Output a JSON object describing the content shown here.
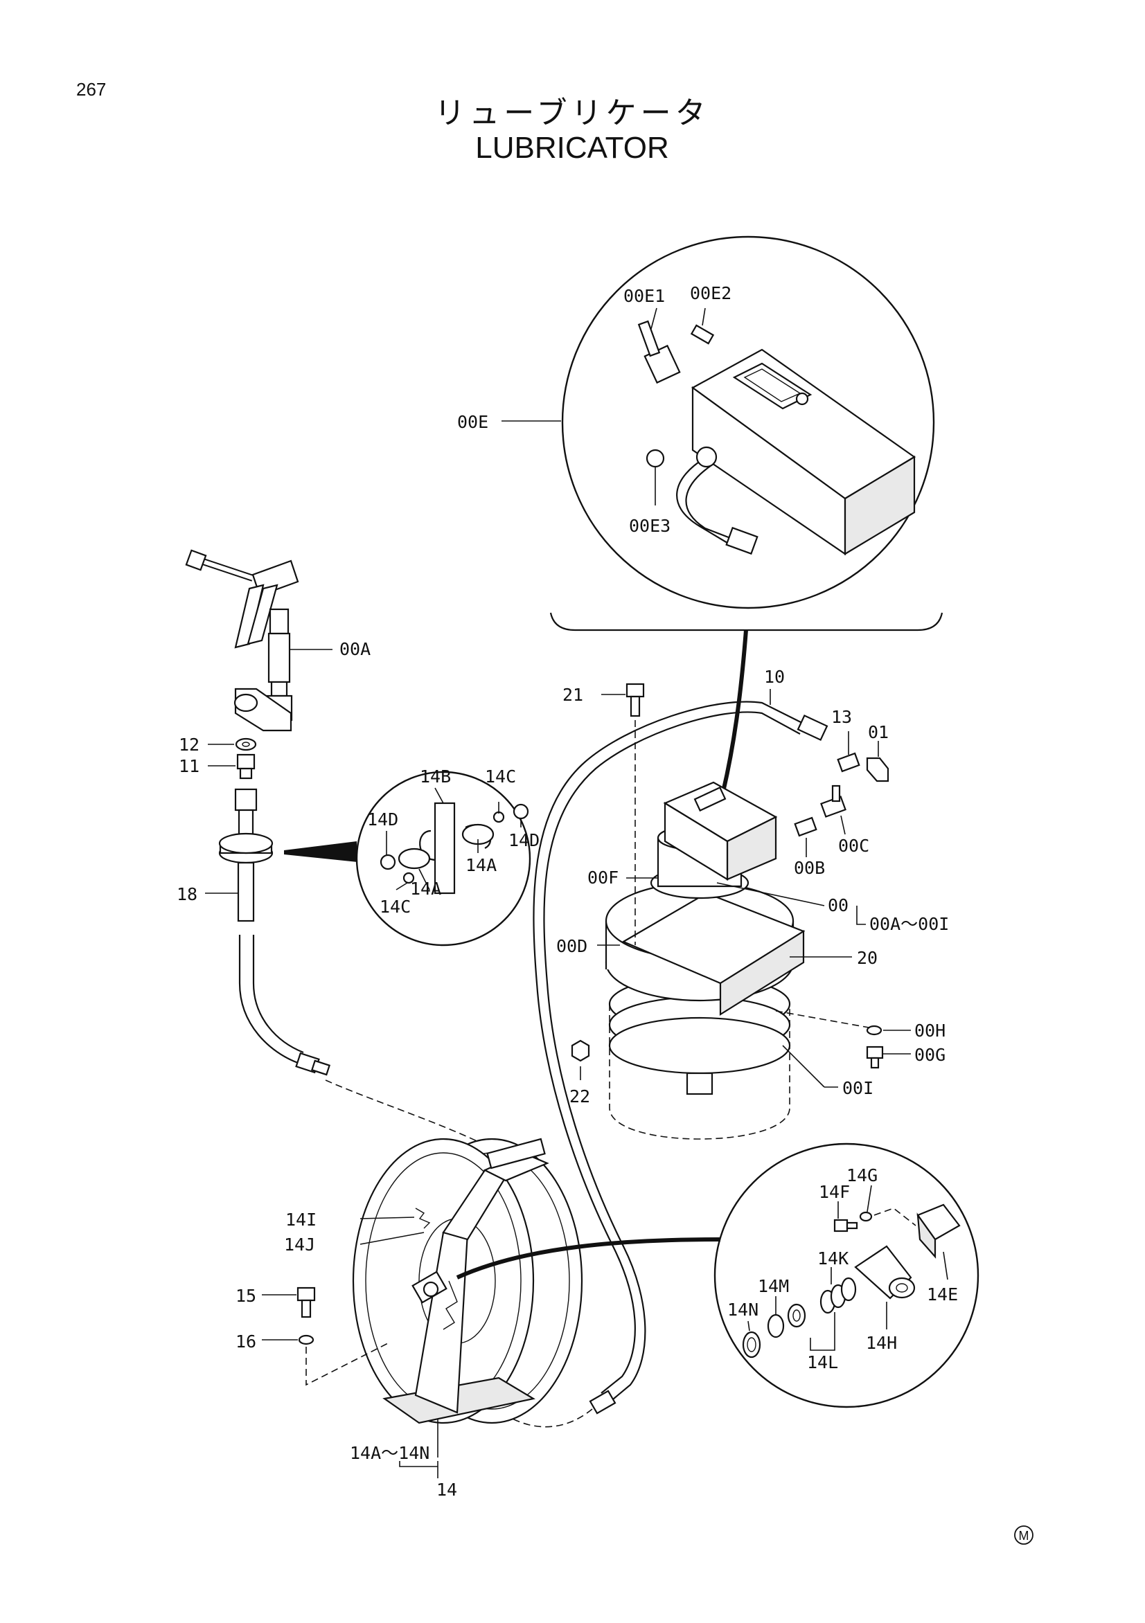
{
  "page": {
    "number": "267",
    "mark": "M"
  },
  "title": {
    "jp": "リューブリケータ",
    "en": "LUBRICATOR"
  },
  "labels": {
    "00E1": "00E1",
    "00E2": "00E2",
    "00E": "00E",
    "00E3": "00E3",
    "00A": "00A",
    "12": "12",
    "11": "11",
    "18": "18",
    "14B": "14B",
    "14C_top": "14C",
    "14D_left": "14D",
    "14D_right": "14D",
    "14A_right": "14A",
    "14A_left": "14A",
    "14C_bottom": "14C",
    "21": "21",
    "10": "10",
    "13": "13",
    "01": "01",
    "00C": "00C",
    "00B": "00B",
    "00F": "00F",
    "00": "00",
    "00A_00I": "00A～00I",
    "00D": "00D",
    "20": "20",
    "00H": "00H",
    "00G": "00G",
    "22": "22",
    "00I": "00I",
    "14I": "14I",
    "14J": "14J",
    "15": "15",
    "16": "16",
    "14A_14N": "14A～14N",
    "14": "14",
    "14G": "14G",
    "14F": "14F",
    "14K": "14K",
    "14M": "14M",
    "14N": "14N",
    "14E": "14E",
    "14H": "14H",
    "14L": "14L"
  }
}
